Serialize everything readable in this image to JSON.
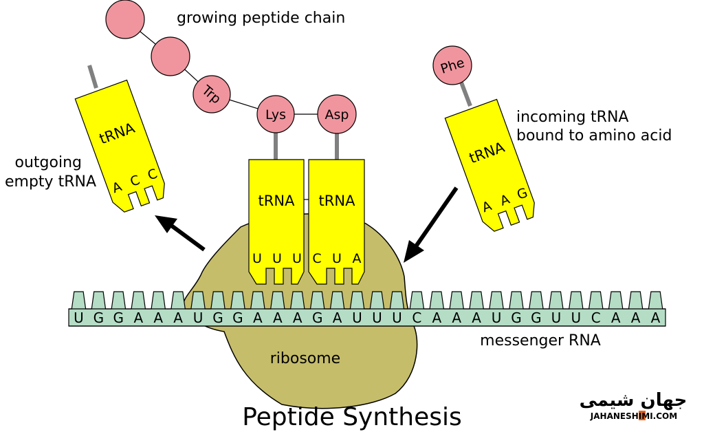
{
  "title": "Peptide Synthesis",
  "labels": {
    "growing_chain": "growing peptide chain",
    "incoming_line1": "incoming tRNA",
    "incoming_line2": "bound to amino acid",
    "outgoing_line1": "outgoing",
    "outgoing_line2": "empty tRNA",
    "ribosome": "ribosome",
    "mrna": "messenger RNA"
  },
  "trna_label": "tRNA",
  "amino_acids": {
    "chain": [
      "",
      "",
      "Trp"
    ],
    "site_p": "Lys",
    "site_a": "Asp",
    "incoming": "Phe"
  },
  "anticodons": {
    "outgoing": [
      "A",
      "C",
      "C"
    ],
    "site_p": [
      "U",
      "U",
      "U"
    ],
    "site_a": [
      "C",
      "U",
      "A"
    ],
    "incoming": [
      "A",
      "A",
      "G"
    ]
  },
  "mrna_sequence": [
    "U",
    "G",
    "G",
    "A",
    "A",
    "A",
    "U",
    "G",
    "G",
    "A",
    "A",
    "A",
    "G",
    "A",
    "U",
    "U",
    "U",
    "C",
    "A",
    "A",
    "A",
    "U",
    "G",
    "G",
    "U",
    "U",
    "C",
    "A",
    "A",
    "A"
  ],
  "watermark": {
    "fa": "جهان شیمی",
    "en": "JAHANESHIMI.COM"
  },
  "colors": {
    "trna": "#ffff00",
    "amino_acid": "#f0959e",
    "ribosome": "#c5bd6a",
    "mrna": "#b5ddc6",
    "stem": "#808080",
    "watermark_accent": "#e8621a"
  }
}
